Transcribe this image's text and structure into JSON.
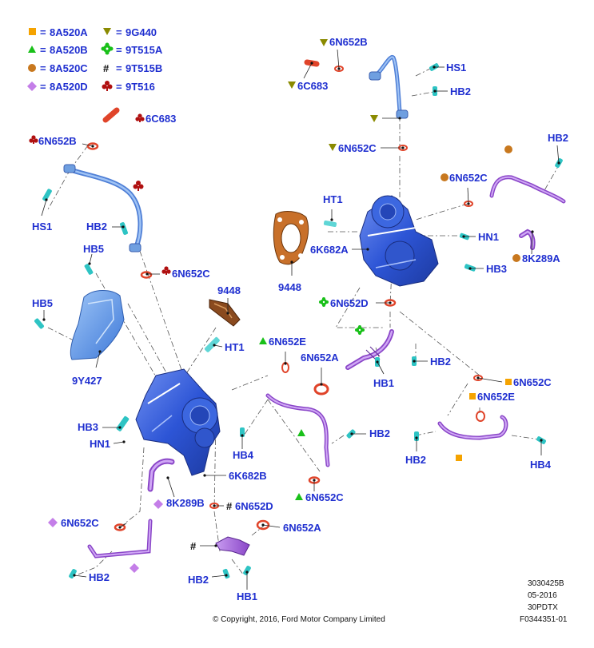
{
  "legend": [
    {
      "symbol": "square",
      "color": "#f5a300",
      "sign": "=",
      "code": "8A520A"
    },
    {
      "symbol": "triangle-down",
      "color": "#8a8a00",
      "sign": "=",
      "code": "9G440"
    },
    {
      "symbol": "triangle",
      "color": "#19c019",
      "sign": "=",
      "code": "8A520B"
    },
    {
      "symbol": "rosette",
      "color": "#19c019",
      "sign": "=",
      "code": "9T515A"
    },
    {
      "symbol": "circle",
      "color": "#c8781e",
      "sign": "=",
      "code": "8A520C"
    },
    {
      "symbol": "hash",
      "color": "#111111",
      "sign": "=",
      "code": "9T515B"
    },
    {
      "symbol": "diamond",
      "color": "#c47ee8",
      "sign": "=",
      "code": "8A520D"
    },
    {
      "symbol": "club",
      "color": "#b01010",
      "sign": "=",
      "code": "9T516"
    }
  ],
  "callouts": {
    "c_6c683_l": "6C683",
    "c_6n652b_l": "6N652B",
    "c_hs1_l": "HS1",
    "c_hb2_l1": "HB2",
    "c_6n652c_l": "6N652C",
    "c_hb5_a": "HB5",
    "c_hb5_b": "HB5",
    "c_9y427": "9Y427",
    "c_9448_c": "9448",
    "c_ht1_c": "HT1",
    "c_hb3_c": "HB3",
    "c_hn1_c": "HN1",
    "c_6n652e_c": "6N652E",
    "c_6n652a_c": "6N652A",
    "c_hb1_c": "HB1",
    "c_hb4_c": "HB4",
    "c_hb2_c": "HB2",
    "c_6n652c_c": "6N652C",
    "c_6k682b": "6K682B",
    "c_8k289b": "8K289B",
    "c_6n652d": "6N652D",
    "c_6n652c_ll": "6N652C",
    "c_hb2_ll": "HB2",
    "c_6n652a_b": "6N652A",
    "c_hb2_b": "HB2",
    "c_hb1_b": "HB1",
    "c_6n652b_t": "6N652B",
    "c_hs1_t": "HS1",
    "c_6c683_t": "6C683",
    "c_hb2_t": "HB2",
    "c_6n652c_t": "6N652C",
    "c_ht1_r": "HT1",
    "c_6k682a": "6K682A",
    "c_9448_r": "9448",
    "c_hn1_r": "HN1",
    "c_hb3_r": "HB3",
    "c_6n652d_r": "6N652D",
    "c_hb2_r": "HB2",
    "c_hb2_tr": "HB2",
    "c_6n652c_tr": "6N652C",
    "c_8k289a": "8K289A",
    "c_6n652c_rr": "6N652C",
    "c_6n652e_rr": "6N652E",
    "c_hb2_rr": "HB2",
    "c_hb4_rr": "HB4"
  },
  "footer": {
    "id1": "3030425B",
    "date": "05-2016",
    "model": "30PDTX",
    "ref": "F0344351-01",
    "copyright": "© Copyright, 2016, Ford Motor Company Limited"
  },
  "colors": {
    "label": "#1f2fd0",
    "turbo": "#2d55d6",
    "pipe_purple": "#a060d8",
    "oil_pipe_blue": "#6f9fe0",
    "gasket_orange": "#c8702a",
    "heatshield": "#4a86e0",
    "bolt_cyan": "#2ec4c4",
    "seal_red": "#e0442a"
  }
}
